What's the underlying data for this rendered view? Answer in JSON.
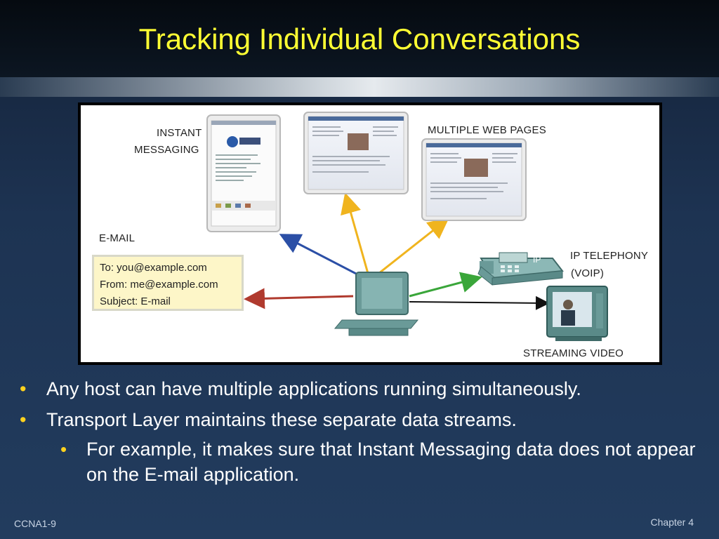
{
  "slide": {
    "title": "Tracking Individual Conversations",
    "footer_left": "CCNA1-9",
    "footer_right": "Chapter 4"
  },
  "figure": {
    "labels": {
      "instant_messaging_1": "INSTANT",
      "instant_messaging_2": "MESSAGING",
      "multiple_web_pages": "MULTIPLE WEB PAGES",
      "email": "E-MAIL",
      "ip_telephony_1": "IP TELEPHONY",
      "ip_telephony_2": "(VOIP)",
      "streaming_video": "STREAMING VIDEO",
      "phone_ip": "IP"
    },
    "email_box": {
      "to": "To: you@example.com",
      "from": "From: me@example.com",
      "subject": "Subject: E-mail"
    },
    "arrow_colors": {
      "im": "#2b4fa6",
      "web1": "#f0b41e",
      "web2": "#f0b41e",
      "voip": "#3aa63a",
      "video": "#111111",
      "email": "#b03a2e"
    }
  },
  "bullets": [
    {
      "text": "Any host can have multiple applications running simultaneously."
    },
    {
      "text": "Transport Layer maintains these separate data streams."
    }
  ],
  "sub_bullets": [
    {
      "text": "For example, it makes sure that Instant Messaging data does not appear on the E-mail application."
    }
  ]
}
